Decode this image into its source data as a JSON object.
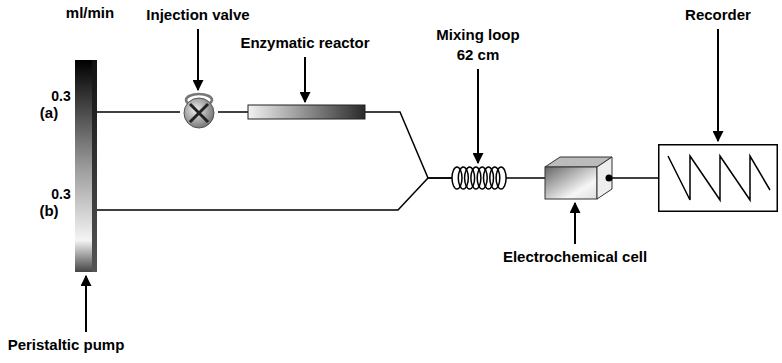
{
  "diagram": {
    "nodes": [
      {
        "text": [
          "Peristaltic pump"
        ]
      },
      {
        "text": [
          "Injection valve"
        ]
      },
      {
        "text": [
          "Enzymatic reactor"
        ]
      },
      {
        "text": [
          "Mixing loop",
          "62 cm"
        ]
      },
      {
        "text": [
          "Electrochemical cell"
        ]
      },
      {
        "text": [
          "Recorder"
        ]
      }
    ],
    "edges": [
      {
        "from": 0,
        "to": 1,
        "arrow": "none"
      },
      {
        "from": 1,
        "to": 2,
        "arrow": "none"
      },
      {
        "from": 2,
        "to": 3,
        "arrow": "none"
      },
      {
        "from": 0,
        "to": 3,
        "arrow": "none"
      },
      {
        "from": 3,
        "to": 4,
        "arrow": "none"
      },
      {
        "from": 4,
        "to": 5,
        "arrow": "none"
      }
    ],
    "labels": [
      "ml/min",
      "(a)",
      "0.3",
      "(b)",
      "0.3"
    ]
  }
}
